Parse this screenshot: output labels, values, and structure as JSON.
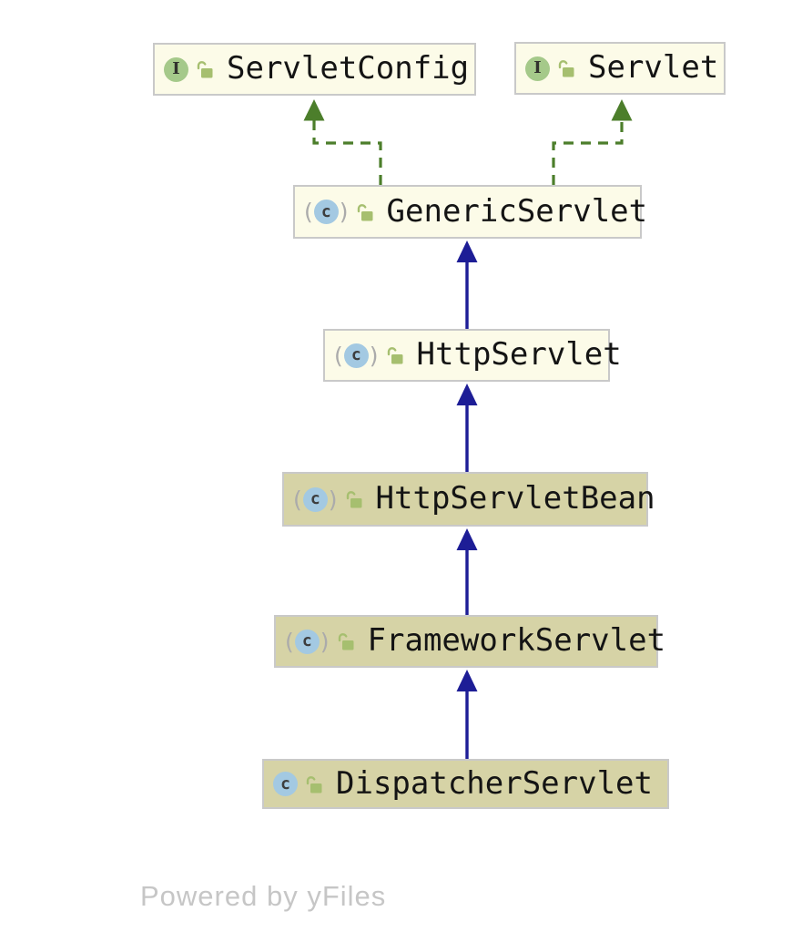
{
  "diagram": {
    "type": "uml-class-hierarchy",
    "nodes": [
      {
        "id": "ServletConfig",
        "label": "ServletConfig",
        "kind": "interface",
        "icon_letter": "I",
        "icon_parentheses": false,
        "lock": "unlocked",
        "highlighted": false
      },
      {
        "id": "Servlet",
        "label": "Servlet",
        "kind": "interface",
        "icon_letter": "I",
        "icon_parentheses": false,
        "lock": "unlocked",
        "highlighted": false
      },
      {
        "id": "GenericServlet",
        "label": "GenericServlet",
        "kind": "class",
        "icon_letter": "c",
        "icon_parentheses": true,
        "lock": "unlocked",
        "highlighted": false
      },
      {
        "id": "HttpServlet",
        "label": "HttpServlet",
        "kind": "class",
        "icon_letter": "c",
        "icon_parentheses": true,
        "lock": "unlocked",
        "highlighted": false
      },
      {
        "id": "HttpServletBean",
        "label": "HttpServletBean",
        "kind": "class",
        "icon_letter": "c",
        "icon_parentheses": true,
        "lock": "unlocked",
        "highlighted": true
      },
      {
        "id": "FrameworkServlet",
        "label": "FrameworkServlet",
        "kind": "class",
        "icon_letter": "c",
        "icon_parentheses": true,
        "lock": "unlocked",
        "highlighted": true
      },
      {
        "id": "DispatcherServlet",
        "label": "DispatcherServlet",
        "kind": "class",
        "icon_letter": "c",
        "icon_parentheses": false,
        "lock": "unlocked",
        "highlighted": true
      }
    ],
    "edges": [
      {
        "from": "GenericServlet",
        "to": "ServletConfig",
        "type": "implements",
        "style": "dashed",
        "color": "#4c7e2b"
      },
      {
        "from": "GenericServlet",
        "to": "Servlet",
        "type": "implements",
        "style": "dashed",
        "color": "#4c7e2b"
      },
      {
        "from": "HttpServlet",
        "to": "GenericServlet",
        "type": "extends",
        "style": "solid",
        "color": "#1d1d96"
      },
      {
        "from": "HttpServletBean",
        "to": "HttpServlet",
        "type": "extends",
        "style": "solid",
        "color": "#1d1d96"
      },
      {
        "from": "FrameworkServlet",
        "to": "HttpServletBean",
        "type": "extends",
        "style": "solid",
        "color": "#1d1d96"
      },
      {
        "from": "DispatcherServlet",
        "to": "FrameworkServlet",
        "type": "extends",
        "style": "solid",
        "color": "#1d1d96"
      }
    ]
  },
  "watermark": {
    "text": "Powered by yFiles"
  },
  "colors": {
    "background": "#ffffff",
    "node_fill": "#fcfbe8",
    "node_fill_highlighted": "#d6d3a6",
    "node_border": "#c9c9c9",
    "node_label": "#141414",
    "extends_edge": "#1d1d96",
    "implements_edge": "#4c7e2b",
    "interface_icon": "#a5c98a",
    "class_icon": "#a3c9e2",
    "lock_icon": "#a6bf6f",
    "watermark": "#c6c6c6"
  }
}
